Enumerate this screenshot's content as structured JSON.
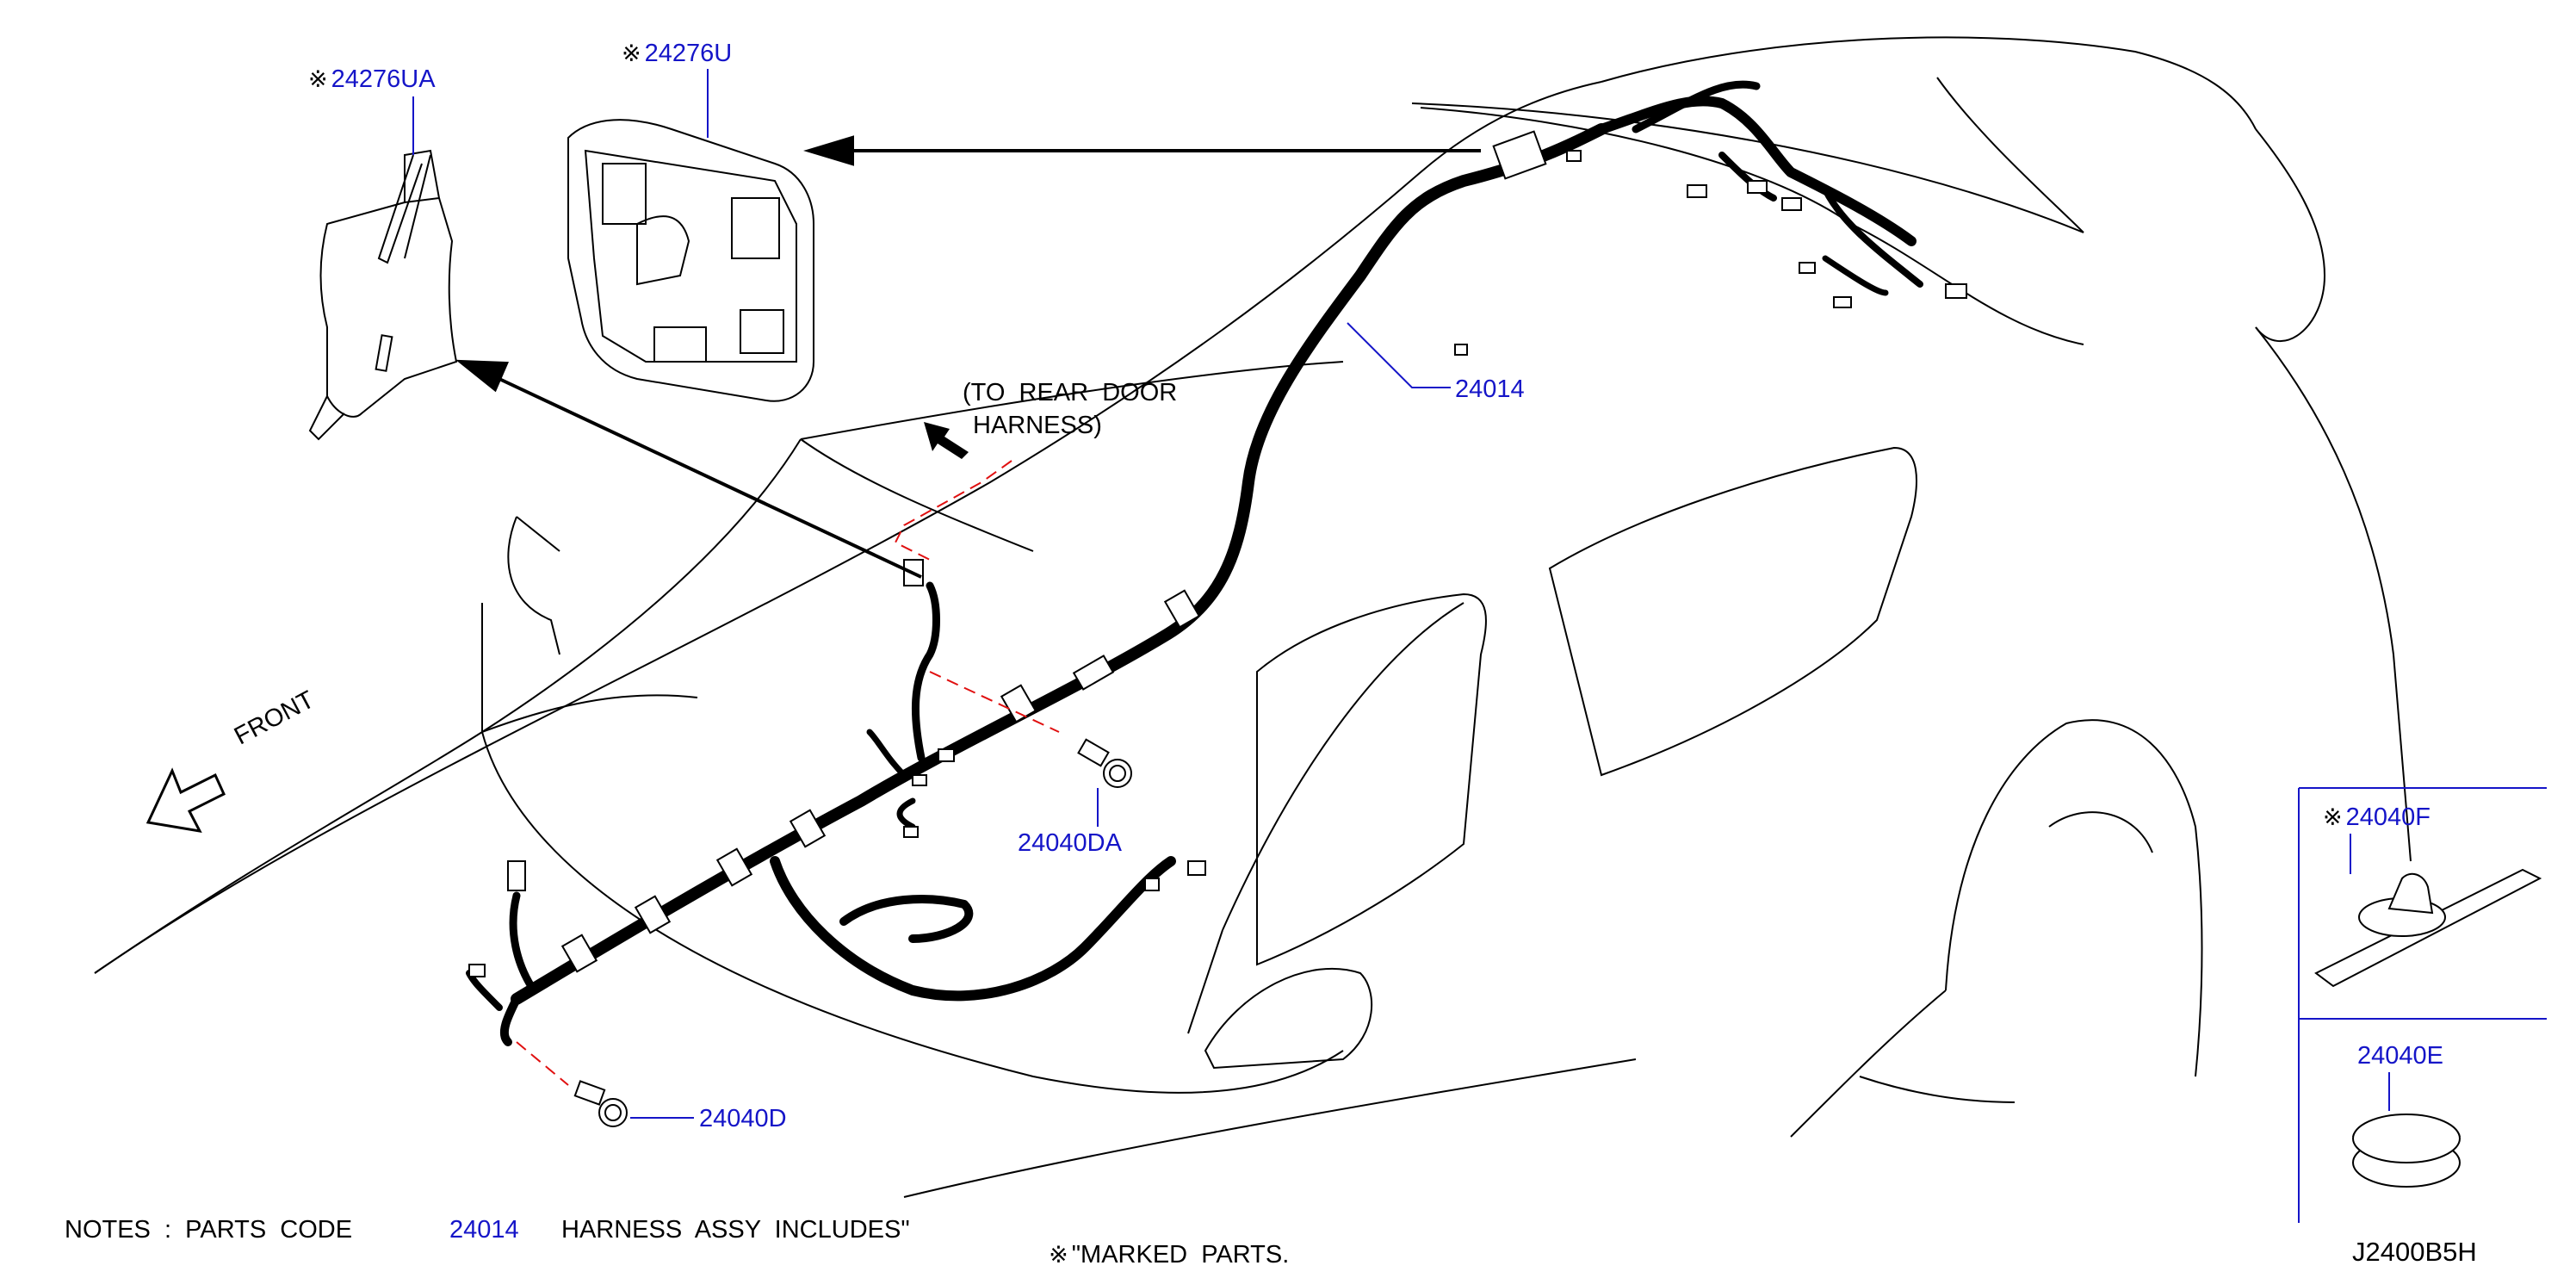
{
  "diagram_id": "J2400B5H",
  "direction_label": "FRONT",
  "rear_door_note": {
    "line1": "(TO  REAR  DOOR",
    "line2": "HARNESS)"
  },
  "mark_symbol": "※",
  "parts": {
    "p24276UA": "24276UA",
    "p24276U": "24276U",
    "p24014": "24014",
    "p24040DA": "24040DA",
    "p24040D": "24040D",
    "p24040F": "24040F",
    "p24040E": "24040E"
  },
  "notes": {
    "prefix": "NOTES  :  PARTS  CODE",
    "code": "24014",
    "middle": "HARNESS  ASSY  INCLUDES\"",
    "suffix": "\"MARKED  PARTS."
  },
  "colors": {
    "label_blue": "#1515c8",
    "leader_red": "#e01010",
    "line": "#000000"
  }
}
